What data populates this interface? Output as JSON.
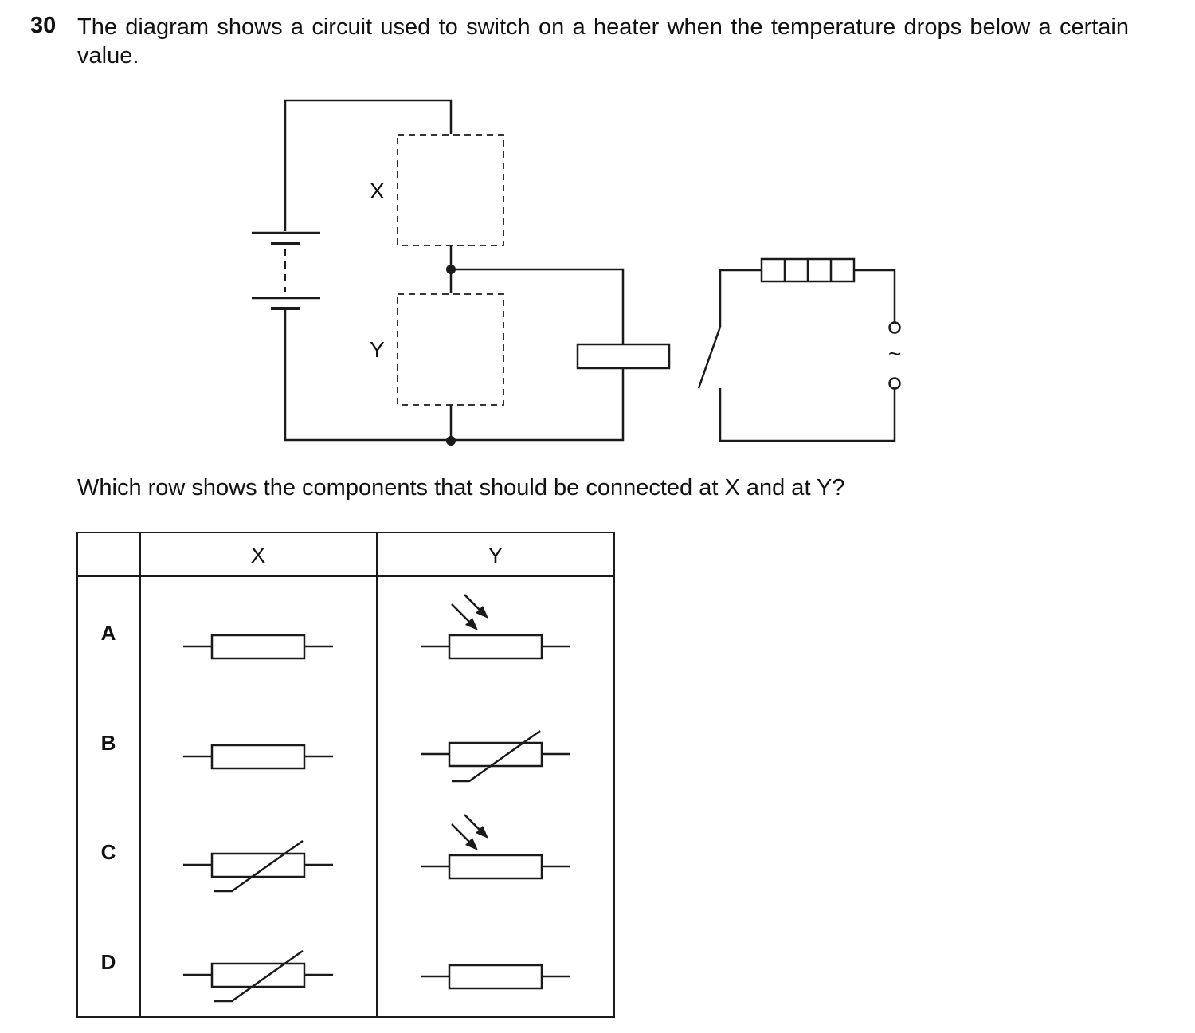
{
  "question": {
    "number": "30",
    "text": "The diagram shows a circuit used to switch on a heater when the temperature drops below a certain value.",
    "prompt": "Which row shows the components that should be connected at X and at Y?"
  },
  "circuit": {
    "label_x": "X",
    "label_y": "Y",
    "ac_symbol": "~"
  },
  "table": {
    "headers": [
      "",
      "X",
      "Y"
    ],
    "rows": [
      {
        "label": "A",
        "x_component": "resistor-icon",
        "y_component": "ldr-icon"
      },
      {
        "label": "B",
        "x_component": "resistor-icon",
        "y_component": "thermistor-icon"
      },
      {
        "label": "C",
        "x_component": "thermistor-icon",
        "y_component": "ldr-icon"
      },
      {
        "label": "D",
        "x_component": "thermistor-icon",
        "y_component": "resistor-icon"
      }
    ]
  }
}
